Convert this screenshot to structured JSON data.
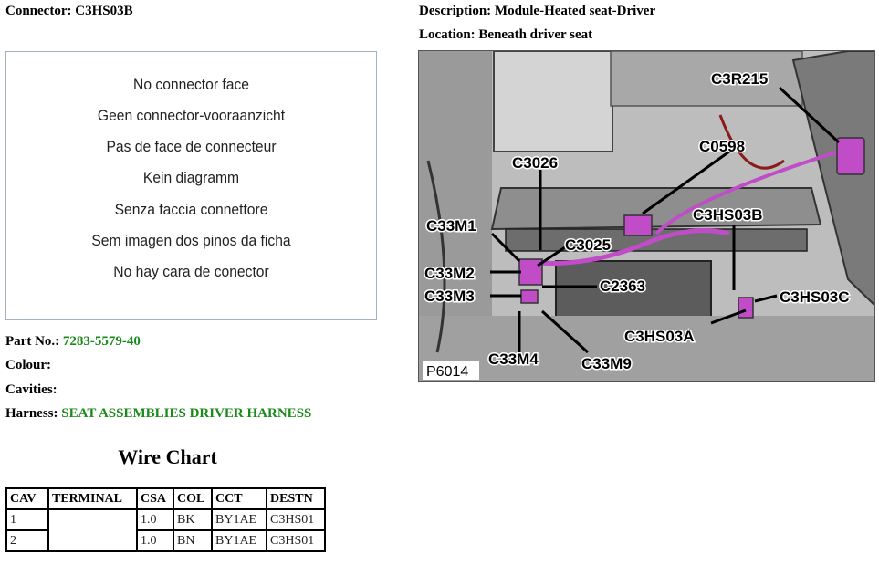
{
  "header": {
    "connector_label": "Connector:",
    "connector_value": "C3HS03B",
    "description_label": "Description:",
    "description_value": "Module-Heated seat-Driver",
    "location_label": "Location:",
    "location_value": "Beneath driver seat"
  },
  "no_connector_face": [
    "No connector face",
    "Geen connector-vooraanzicht",
    "Pas de face de connecteur",
    "Kein diagramm",
    "Senza faccia connettore",
    "Sem imagen dos pinos da ficha",
    "No hay cara de conector"
  ],
  "details": {
    "part_no_label": "Part No.:",
    "part_no_value": "7283-5579-40",
    "colour_label": "Colour:",
    "colour_value": "",
    "cavities_label": "Cavities:",
    "cavities_value": "",
    "harness_label": "Harness:",
    "harness_value": "SEAT ASSEMBLIES DRIVER HARNESS"
  },
  "wire_chart": {
    "title": "Wire Chart",
    "headers": [
      "CAV",
      "TERMINAL",
      "CSA",
      "COL",
      "CCT",
      "DESTN"
    ],
    "rows": [
      [
        "1",
        "",
        "1.0",
        "BK",
        "BY1AE",
        "C3HS01"
      ],
      [
        "2",
        "",
        "1.0",
        "BN",
        "BY1AE",
        "C3HS01"
      ]
    ]
  },
  "photo": {
    "picture_number": "P6014",
    "callouts": [
      "C3R215",
      "C0598",
      "C3026",
      "C3HS03B",
      "C33M1",
      "C3025",
      "C33M2",
      "C2363",
      "C33M3",
      "C3HS03C",
      "C3HS03A",
      "C33M4",
      "C33M9"
    ]
  },
  "colors": {
    "link_green": "#1a8a1a",
    "connector_magenta": "#c04cc8"
  }
}
